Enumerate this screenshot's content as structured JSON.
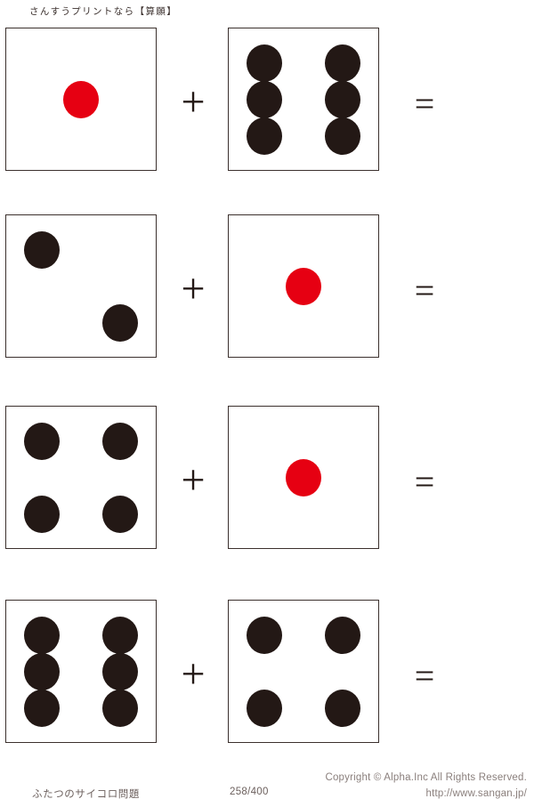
{
  "header": {
    "title": "さんすうプリントなら【算願】"
  },
  "colors": {
    "pip_black": "#231815",
    "pip_red": "#e60012",
    "die_border": "#3b302d",
    "paper": "#ffffff"
  },
  "operators": {
    "plus": "+",
    "equals": "="
  },
  "problems": [
    {
      "index": 1,
      "left_die": {
        "value": 1,
        "pip_color": "red",
        "pips": [
          "c-c r-m"
        ]
      },
      "operator": "+",
      "right_die": {
        "value": 6,
        "pip_color": "black",
        "pips": [
          "c-l r-t",
          "c-r r-t",
          "c-l r-m",
          "c-r r-m",
          "c-l r-b",
          "c-r r-b"
        ]
      },
      "equals": "=",
      "answer": ""
    },
    {
      "index": 2,
      "left_die": {
        "value": 2,
        "pip_color": "black",
        "pips": [
          "c-l r-t",
          "c-r r-b"
        ]
      },
      "operator": "+",
      "right_die": {
        "value": 1,
        "pip_color": "red",
        "pips": [
          "c-c r-m"
        ]
      },
      "equals": "=",
      "answer": ""
    },
    {
      "index": 3,
      "left_die": {
        "value": 4,
        "pip_color": "black",
        "pips": [
          "c-l r-t",
          "c-r r-t",
          "c-l r-b",
          "c-r r-b"
        ]
      },
      "operator": "+",
      "right_die": {
        "value": 1,
        "pip_color": "red",
        "pips": [
          "c-c r-m"
        ]
      },
      "equals": "=",
      "answer": ""
    },
    {
      "index": 4,
      "left_die": {
        "value": 6,
        "pip_color": "black",
        "pips": [
          "c-l r-t",
          "c-r r-t",
          "c-l r-m",
          "c-r r-m",
          "c-l r-b",
          "c-r r-b"
        ]
      },
      "operator": "+",
      "right_die": {
        "value": 4,
        "pip_color": "black",
        "pips": [
          "c-l r-t",
          "c-r r-t",
          "c-l r-b",
          "c-r r-b"
        ]
      },
      "equals": "=",
      "answer": ""
    }
  ],
  "footer": {
    "label": "ふたつのサイコロ問題",
    "page": "258/400",
    "copyright": "Copyright ©  Alpha.Inc All Rights Reserved.",
    "url": "http://www.sangan.jp/"
  }
}
